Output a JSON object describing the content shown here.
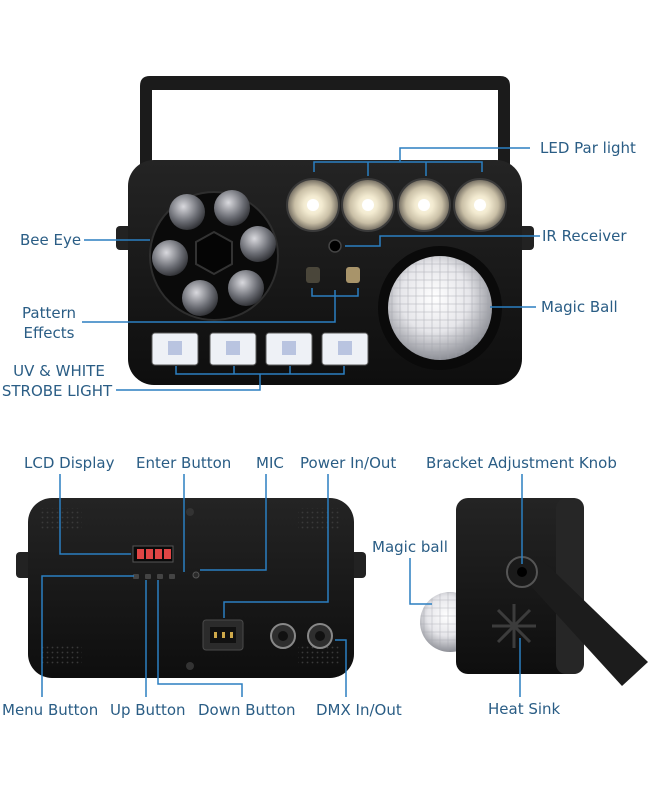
{
  "colors": {
    "label": "#2a5d85",
    "leader": "#2b7fc1",
    "device": "#161616"
  },
  "front": {
    "led_par_light": "LED Par light",
    "bee_eye": "Bee Eye",
    "ir_receiver": "IR Receiver",
    "pattern_effects_line1": "Pattern",
    "pattern_effects_line2": "Effects",
    "magic_ball": "Magic Ball",
    "uv_white_line1": "UV & WHITE",
    "uv_white_line2": "STROBE LIGHT"
  },
  "back": {
    "lcd_display": "LCD Display",
    "enter_button": "Enter Button",
    "mic": "MIC",
    "power_in_out": "Power In/Out",
    "menu_button": "Menu Button",
    "up_button": "Up Button",
    "down_button": "Down Button",
    "dmx_in_out": "DMX In/Out"
  },
  "side": {
    "bracket_adjustment_knob": "Bracket Adjustment Knob",
    "magic_ball": "Magic ball",
    "heat_sink": "Heat Sink"
  }
}
